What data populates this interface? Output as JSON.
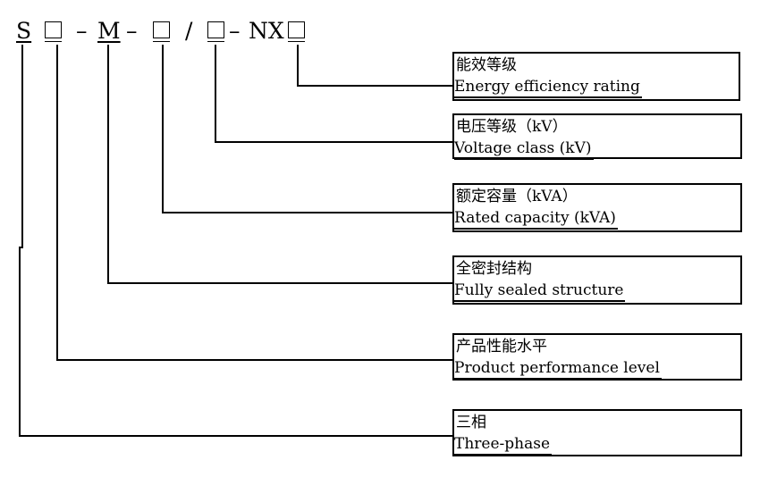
{
  "code": {
    "s": "S",
    "dash1": "–",
    "m": "M",
    "dash2": "–",
    "slash": "/",
    "dash3": "–",
    "nx": "NX"
  },
  "labels": [
    {
      "cn": "能效等级",
      "en": "Energy efficiency rating"
    },
    {
      "cn": "电压等级（kV）",
      "en": "Voltage class (kV)"
    },
    {
      "cn": "额定容量（kVA）",
      "en": "Rated capacity (kVA)"
    },
    {
      "cn": "全密封结构",
      "en": "Fully sealed structure"
    },
    {
      "cn": "产品性能水平",
      "en": "Product performance level"
    },
    {
      "cn": "三相",
      "en": "Three-phase"
    }
  ]
}
